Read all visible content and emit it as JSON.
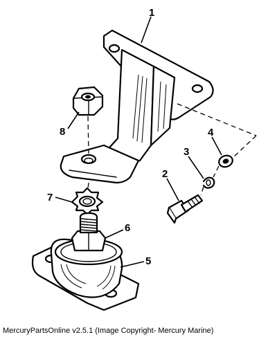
{
  "callouts": {
    "p1": "1",
    "p2": "2",
    "p3": "3",
    "p4": "4",
    "p5": "5",
    "p6": "6",
    "p7": "7",
    "p8": "8"
  },
  "caption": "MercuryPartsOnline v2.5.1 (Image Copyright- Mercury Marine)"
}
